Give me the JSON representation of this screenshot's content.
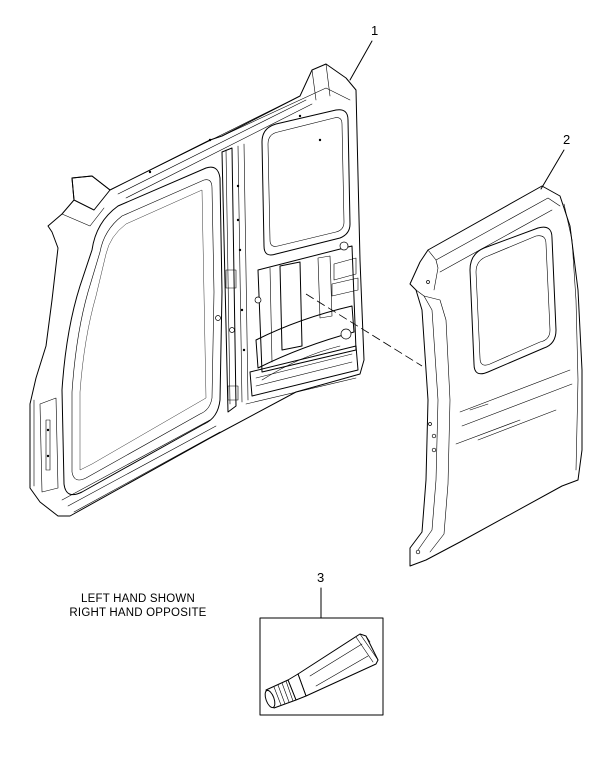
{
  "callouts": {
    "item1": "1",
    "item2": "2",
    "item3": "3"
  },
  "note": {
    "line1": "LEFT HAND SHOWN",
    "line2": "RIGHT HAND OPPOSITE"
  },
  "parts": [
    {
      "callout": "1",
      "icon": "inner-side-panel-icon"
    },
    {
      "callout": "2",
      "icon": "outer-side-panel-icon"
    },
    {
      "callout": "3",
      "icon": "adhesive-tube-icon"
    }
  ]
}
